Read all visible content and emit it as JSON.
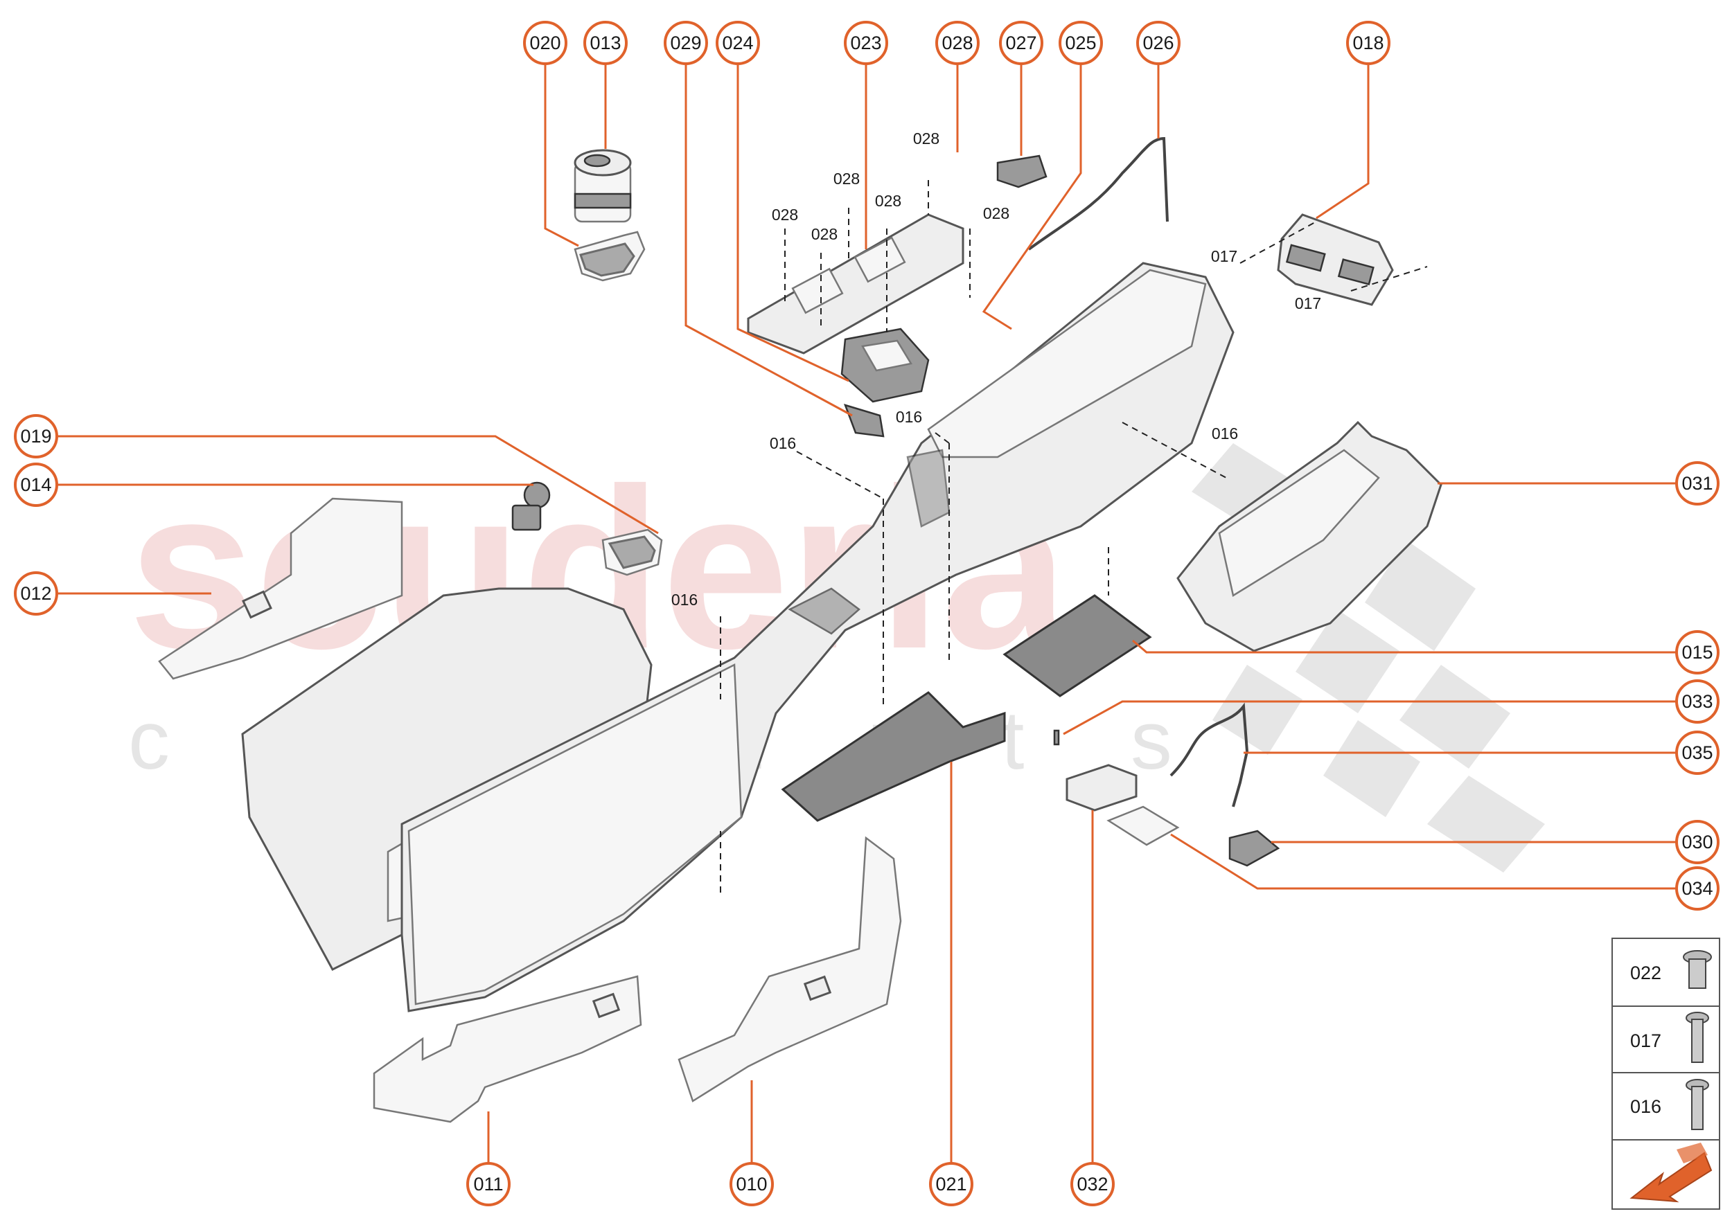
{
  "watermark": {
    "brand": "scuderia",
    "sub": "c a r p a r t s"
  },
  "callouts": [
    {
      "id": "c-020",
      "label": "020"
    },
    {
      "id": "c-013",
      "label": "013"
    },
    {
      "id": "c-029",
      "label": "029"
    },
    {
      "id": "c-024",
      "label": "024"
    },
    {
      "id": "c-023",
      "label": "023"
    },
    {
      "id": "c-028",
      "label": "028"
    },
    {
      "id": "c-027",
      "label": "027"
    },
    {
      "id": "c-025",
      "label": "025"
    },
    {
      "id": "c-026",
      "label": "026"
    },
    {
      "id": "c-018",
      "label": "018"
    },
    {
      "id": "c-019",
      "label": "019"
    },
    {
      "id": "c-014",
      "label": "014"
    },
    {
      "id": "c-012",
      "label": "012"
    },
    {
      "id": "c-031",
      "label": "031"
    },
    {
      "id": "c-015",
      "label": "015"
    },
    {
      "id": "c-033",
      "label": "033"
    },
    {
      "id": "c-035",
      "label": "035"
    },
    {
      "id": "c-030",
      "label": "030"
    },
    {
      "id": "c-034",
      "label": "034"
    },
    {
      "id": "c-011",
      "label": "011"
    },
    {
      "id": "c-010",
      "label": "010"
    },
    {
      "id": "c-021",
      "label": "021"
    },
    {
      "id": "c-032",
      "label": "032"
    }
  ],
  "fastener_labels": {
    "f028": "028",
    "f017": "017",
    "f016": "016"
  },
  "legend": {
    "items": [
      {
        "code": "022",
        "icon": "flat-head-screw-icon"
      },
      {
        "code": "017",
        "icon": "pan-head-screw-icon"
      },
      {
        "code": "016",
        "icon": "pan-head-screw-icon"
      }
    ],
    "direction_icon": "front-direction-arrow-icon"
  },
  "colors": {
    "accent": "#e0622b",
    "watermark_red": "#e8a0a0",
    "line": "#222222"
  }
}
